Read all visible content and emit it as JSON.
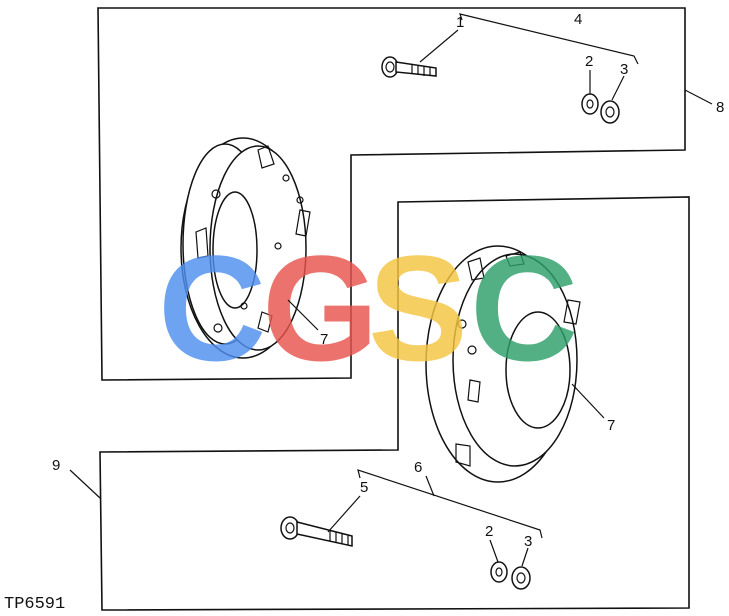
{
  "figure_code": "TP6591",
  "watermark": {
    "letters": [
      "C",
      "G",
      "S",
      "C"
    ],
    "colors": [
      "#4f8ff0",
      "#e8544e",
      "#f5c542",
      "#2e9f6a"
    ]
  },
  "callouts": {
    "c1": "1",
    "c2_top": "2",
    "c3_top": "3",
    "c4": "4",
    "c5": "5",
    "c6": "6",
    "c7_left": "7",
    "c7_right": "7",
    "c8": "8",
    "c9": "9",
    "c2_bottom": "2",
    "c3_bottom": "3"
  }
}
